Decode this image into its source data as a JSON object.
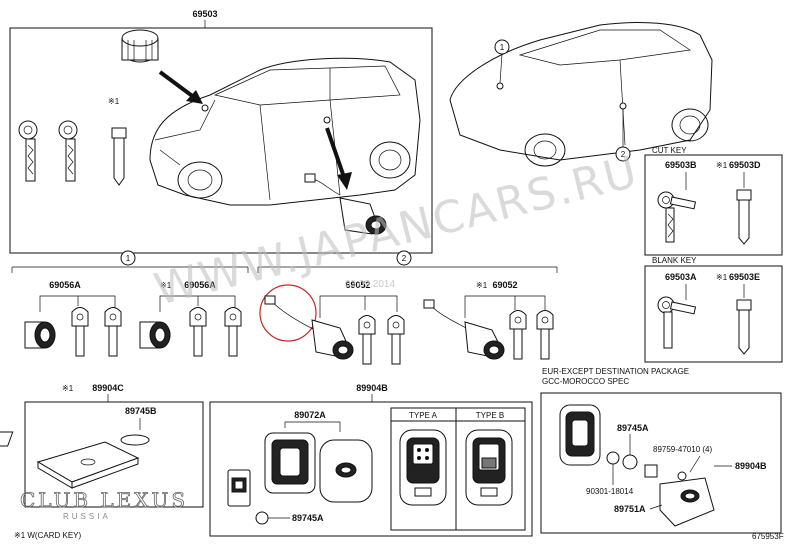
{
  "parts": {
    "p69503": "69503",
    "p69056a_left": "69056A",
    "p69056a_right": "69056A",
    "p69052_left": "69052",
    "p69052_right": "69052",
    "p89904c": "89904C",
    "p89745b": "89745B",
    "p89904b_mid": "89904B",
    "p89072a": "89072A",
    "p89745a_mid": "89745A",
    "p69503b": "69503B",
    "p69503d": "69503D",
    "p69503a": "69503A",
    "p69503e": "69503E",
    "p89745a_right": "89745A",
    "p89759": "89759-47010 (4)",
    "p90301": "90301-18014",
    "p89751a": "89751A",
    "p89904b_right": "89904B"
  },
  "marks": {
    "x1": "※1",
    "circle1": "1",
    "circle2": "2"
  },
  "headings": {
    "cut_key": "CUT KEY",
    "blank_key": "BLANK KEY",
    "type_a": "TYPE A",
    "type_b": "TYPE B",
    "eur_line1": "EUR-EXCEPT DESTINATION PACKAGE",
    "eur_line2": "GCC-MOROCCO SPEC"
  },
  "watermark": {
    "text": "WWW.JAPANCARS.RU",
    "date": "03.09.2014",
    "logo": "CLUB LEXUS",
    "logo_sub": "RUSSIA"
  },
  "footer": {
    "note": "※1 W(CARD KEY)",
    "code": "675953F"
  }
}
